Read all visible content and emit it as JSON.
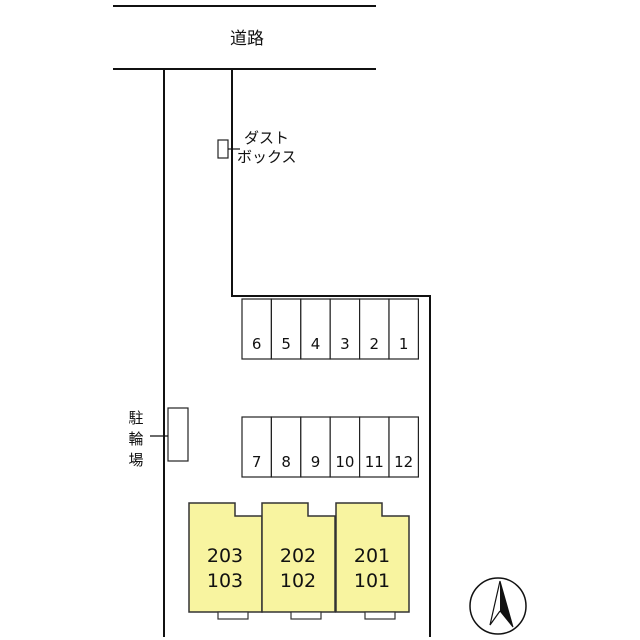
{
  "road": {
    "label": "道路"
  },
  "dust_box": {
    "label_line1": "ダスト",
    "label_line2": "ボックス"
  },
  "bicycle_parking": {
    "label_chars": [
      "駐",
      "輪",
      "場"
    ]
  },
  "parking": {
    "top_row": [
      "6",
      "5",
      "4",
      "3",
      "2",
      "1"
    ],
    "bottom_row": [
      "7",
      "8",
      "9",
      "10",
      "11",
      "12"
    ]
  },
  "units": [
    {
      "upper": "203",
      "lower": "103"
    },
    {
      "upper": "202",
      "lower": "102"
    },
    {
      "upper": "201",
      "lower": "101"
    }
  ],
  "colors": {
    "building_fill": "#f8f4a0",
    "line": "#111111"
  },
  "compass": {
    "icon": "north-arrow-icon"
  }
}
